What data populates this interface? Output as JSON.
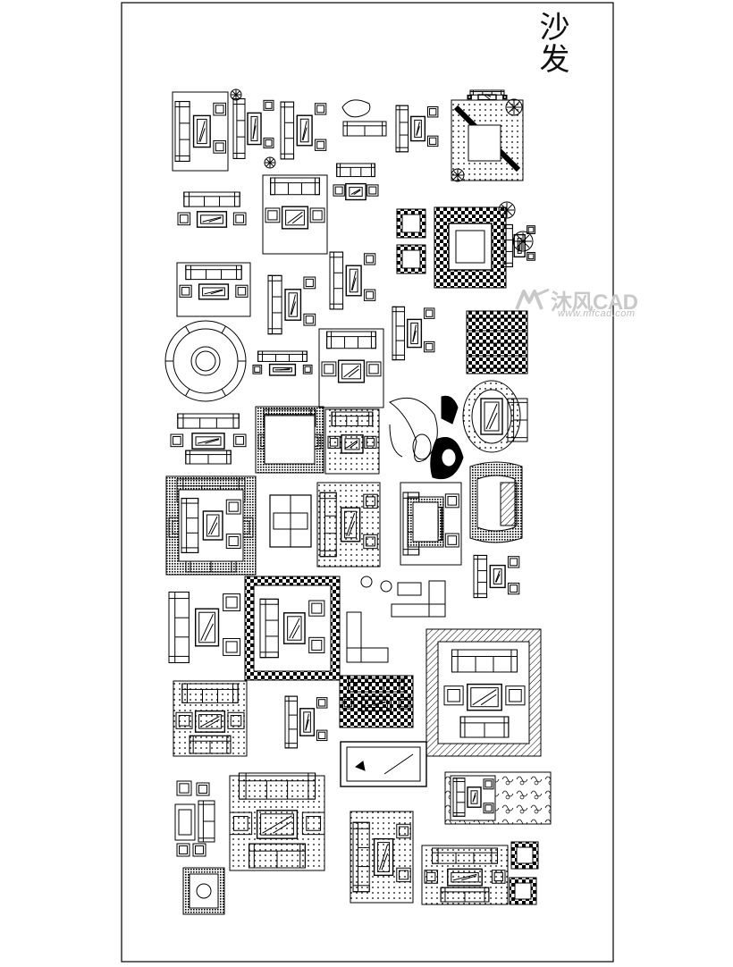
{
  "title": "沙发",
  "watermark": {
    "brand": "沐风CAD",
    "url": "www.mfcad.com"
  },
  "colors": {
    "line": "#000000",
    "background": "#ffffff",
    "watermark": "#c9c9c9"
  },
  "blocks": [
    "sofa-set-blocks"
  ]
}
